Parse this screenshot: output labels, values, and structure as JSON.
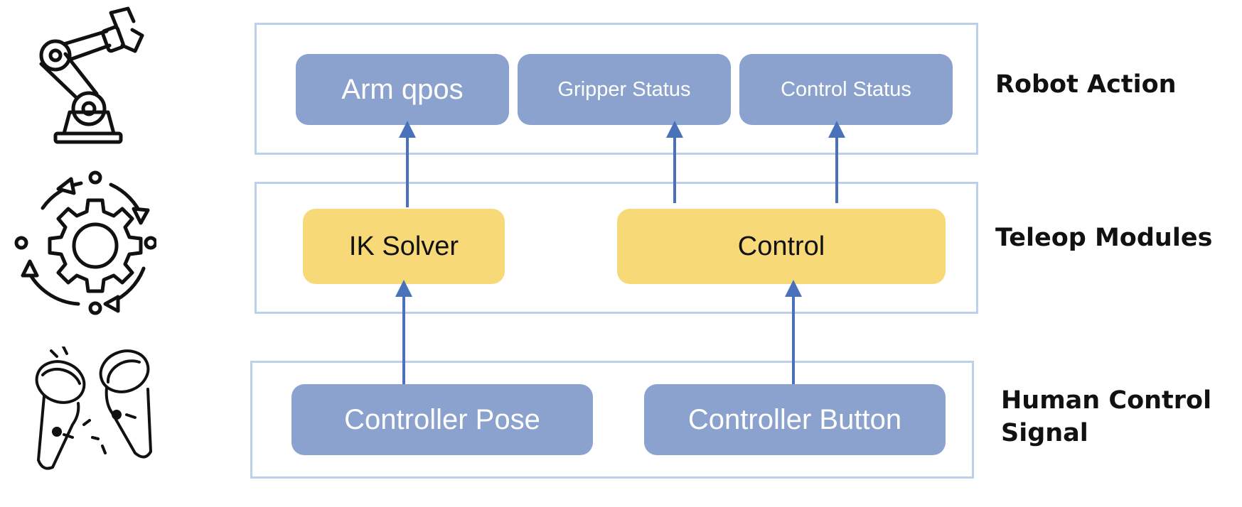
{
  "layers": {
    "robot_action": {
      "label": "Robot Action",
      "boxes": [
        "Arm qpos",
        "Gripper Status",
        "Control Status"
      ]
    },
    "teleop_modules": {
      "label": "Teleop Modules",
      "boxes": [
        "IK Solver",
        "Control"
      ]
    },
    "human_control": {
      "label_line1": "Human Control",
      "label_line2": "Signal",
      "boxes": [
        "Controller Pose",
        "Controller Button"
      ]
    }
  },
  "icons": [
    "robot-arm-icon",
    "gear-cycle-icon",
    "vr-controllers-icon"
  ],
  "colors": {
    "action_box": "#8aa2cd",
    "module_box": "#f7d978",
    "layer_border": "#bcd0e8",
    "arrow": "#4a72bb"
  }
}
